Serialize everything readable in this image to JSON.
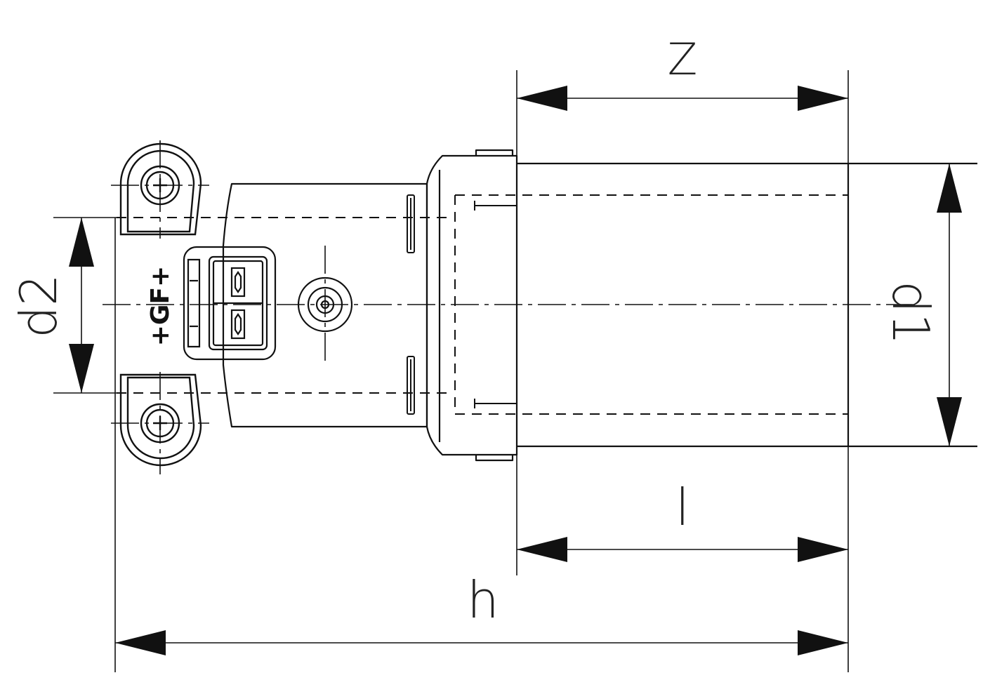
{
  "drawing": {
    "colors": {
      "line": "#111111",
      "background": "#ffffff"
    },
    "logo": {
      "text": "+GF+"
    },
    "dimensions": {
      "z": "Z",
      "l": "l",
      "h": "h",
      "d1": "d1",
      "d2": "d2"
    }
  }
}
